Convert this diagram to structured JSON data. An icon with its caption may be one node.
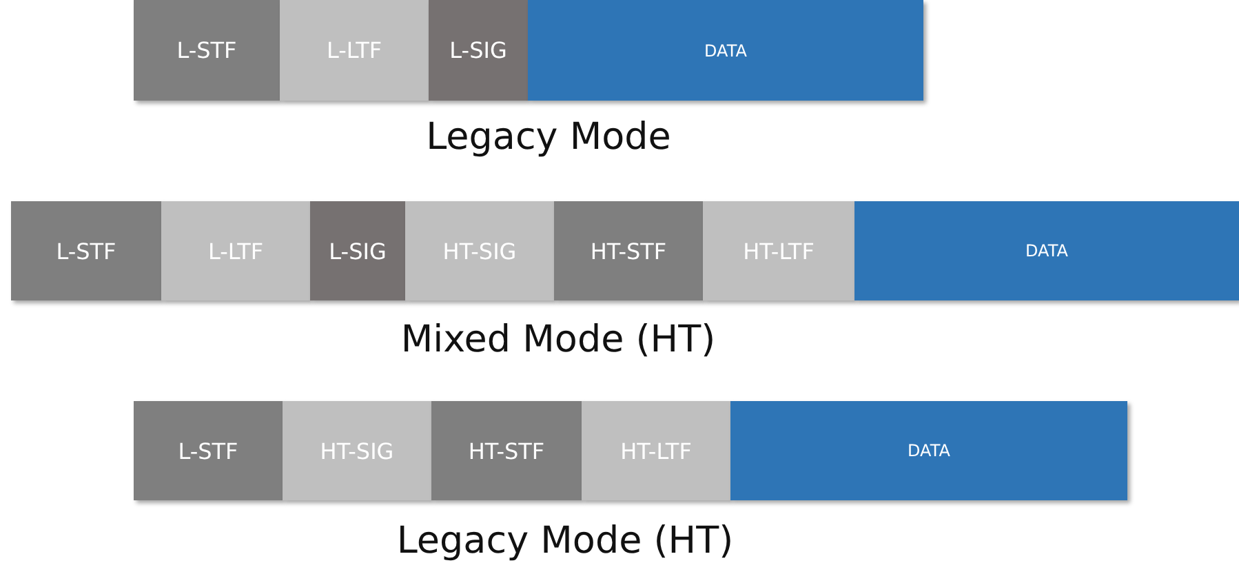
{
  "diagram": {
    "nodes": [
      {
        "text": [
          "L-STF"
        ]
      },
      {
        "text": [
          "L-LTF"
        ]
      },
      {
        "text": [
          "L-SIG"
        ]
      },
      {
        "text": [
          "DATA"
        ]
      },
      {
        "text": [
          "L-STF"
        ]
      },
      {
        "text": [
          "L-LTF"
        ]
      },
      {
        "text": [
          "L-SIG"
        ]
      },
      {
        "text": [
          "HT-SIG"
        ]
      },
      {
        "text": [
          "HT-STF"
        ]
      },
      {
        "text": [
          "HT-LTF"
        ]
      },
      {
        "text": [
          "DATA"
        ]
      },
      {
        "text": [
          "L-STF"
        ]
      },
      {
        "text": [
          "HT-SIG"
        ]
      },
      {
        "text": [
          "HT-STF"
        ]
      },
      {
        "text": [
          "HT-LTF"
        ]
      },
      {
        "text": [
          "DATA"
        ]
      }
    ],
    "labels": [
      "Legacy Mode",
      "Mixed Mode (HT)",
      "Legacy Mode (HT)"
    ]
  }
}
